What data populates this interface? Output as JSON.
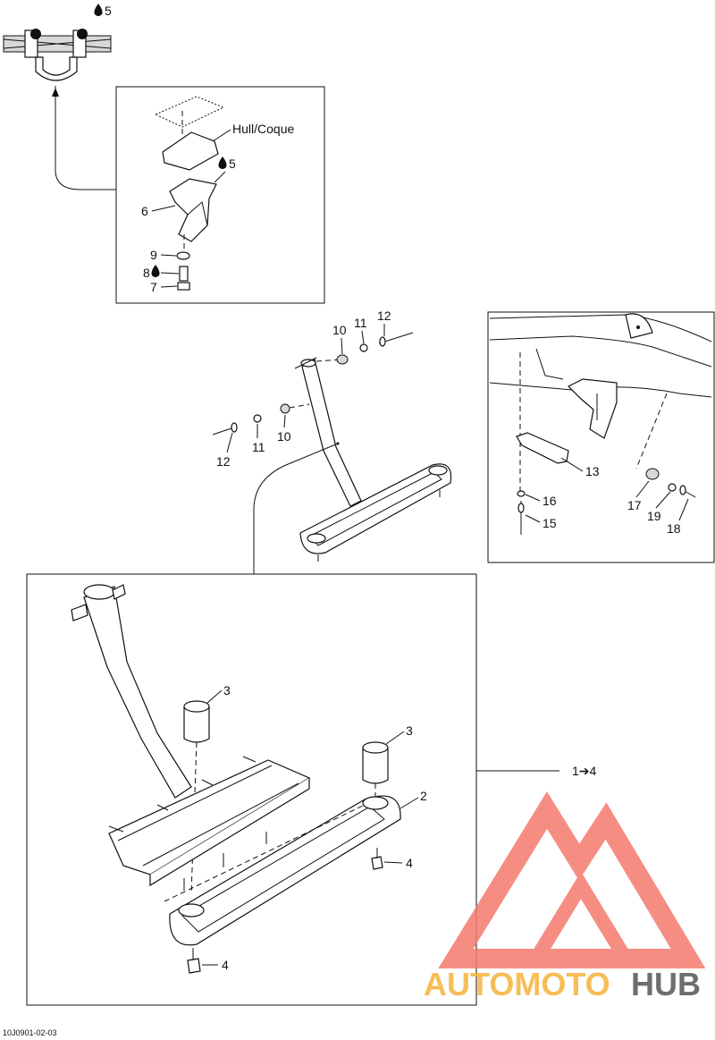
{
  "callouts": {
    "c1_4": "1➔4",
    "c2": "2",
    "c3a": "3",
    "c3b": "3",
    "c4a": "4",
    "c4b": "4",
    "c5a": "5",
    "c5b": "5",
    "c6": "6",
    "c7": "7",
    "c8": "8",
    "c9": "9",
    "c10a": "10",
    "c10b": "10",
    "c11a": "11",
    "c11b": "11",
    "c12a": "12",
    "c12b": "12",
    "c13": "13",
    "c15": "15",
    "c16": "16",
    "c17": "17",
    "c18": "18",
    "c19": "19"
  },
  "hull_label": "Hull/Coque",
  "figure_code": "10J0901-02-03",
  "watermark": {
    "part1": "AUTOMOTO",
    "part2": "HUB",
    "color_primary": "#f47a6e",
    "color_secondary": "#f6b23a",
    "color_dark": "#555555"
  },
  "icons": {
    "sealant": "droplet-icon",
    "arrow": "arrow-right-icon"
  }
}
